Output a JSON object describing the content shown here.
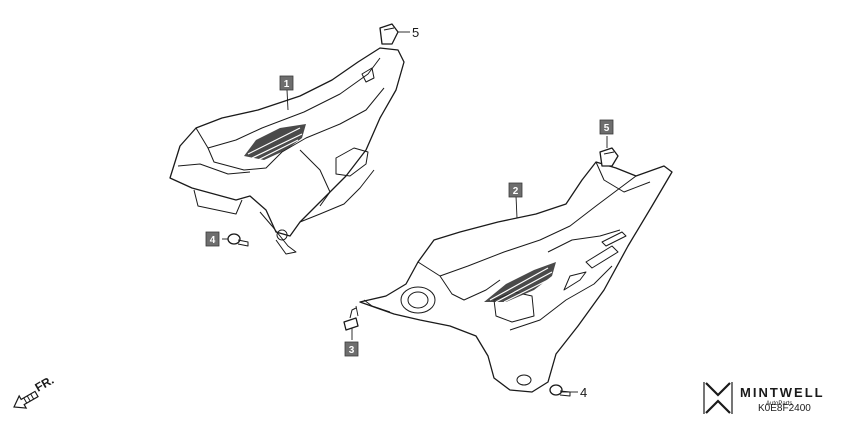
{
  "callouts": {
    "c1": "1",
    "c2": "2",
    "c3": "3",
    "c4_boxed": "4",
    "c4_plain": "4",
    "c5_plain": "5",
    "c5_boxed": "5"
  },
  "direction": {
    "label": "FR."
  },
  "brand": {
    "name": "MINTWELL",
    "sub": "AutoParts"
  },
  "diagram_code": "K0E8F2400",
  "colors": {
    "line": "#1a1a1a",
    "callout_fill": "#6e6e6e",
    "background": "#ffffff"
  }
}
